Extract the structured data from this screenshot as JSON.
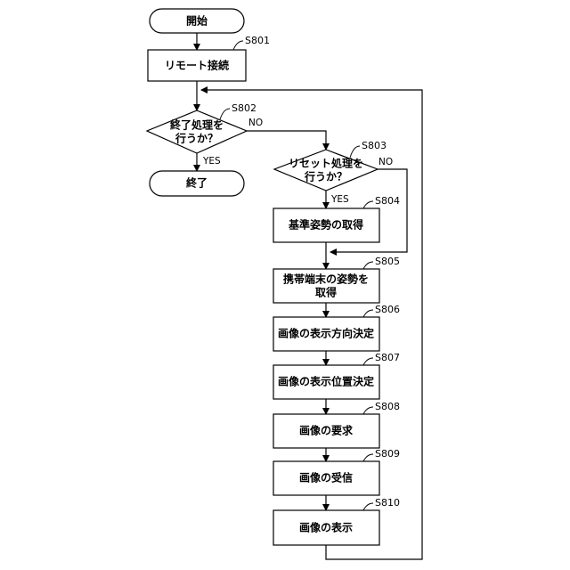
{
  "nodes": {
    "start": "開始",
    "s801": "リモート接続",
    "s802": [
      "終了処理を",
      "行うか？"
    ],
    "end": "終了",
    "s803": [
      "リセット処理を",
      "行うか？"
    ],
    "s804": "基準姿勢の取得",
    "s805": [
      "携帯端末の姿勢を",
      "取得"
    ],
    "s806": "画像の表示方向決定",
    "s807": "画像の表示位置決定",
    "s808": "画像の要求",
    "s809": "画像の受信",
    "s810": "画像の表示"
  },
  "steps": {
    "s801": "S801",
    "s802": "S802",
    "s803": "S803",
    "s804": "S804",
    "s805": "S805",
    "s806": "S806",
    "s807": "S807",
    "s808": "S808",
    "s809": "S809",
    "s810": "S810"
  },
  "edges": {
    "s802_yes": "YES",
    "s802_no": "NO",
    "s803_yes": "YES",
    "s803_no": "NO"
  }
}
